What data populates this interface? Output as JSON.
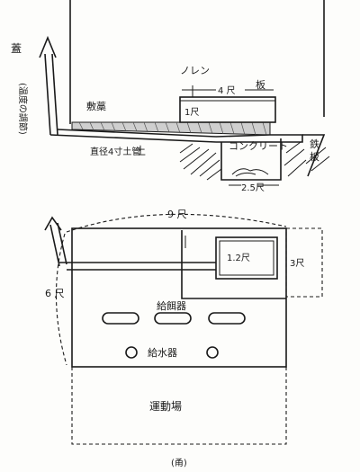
{
  "section_view": {
    "lid_label": "蓋",
    "lid_note": "(温度の調節)",
    "straw_label": "敷藁",
    "curtain_label": "ノレン",
    "board_label": "板",
    "width_label": "4 尺",
    "height_label": "1尺",
    "soil_label": "土",
    "pipe_label": "直径4寸土管",
    "concrete_label": "コンクリート",
    "iron_label": "鉄",
    "iron_label_2": "板",
    "pit_width_label": "2.5尺"
  },
  "plan_view": {
    "total_width_label": "9 尺",
    "box_width_label": "1.2尺",
    "box_depth_label": "3尺",
    "depth_label": "6 尺",
    "feeder_label": "給餌器",
    "waterer_label": "給水器",
    "yard_label": "運動場"
  },
  "caption": "(甬)"
}
